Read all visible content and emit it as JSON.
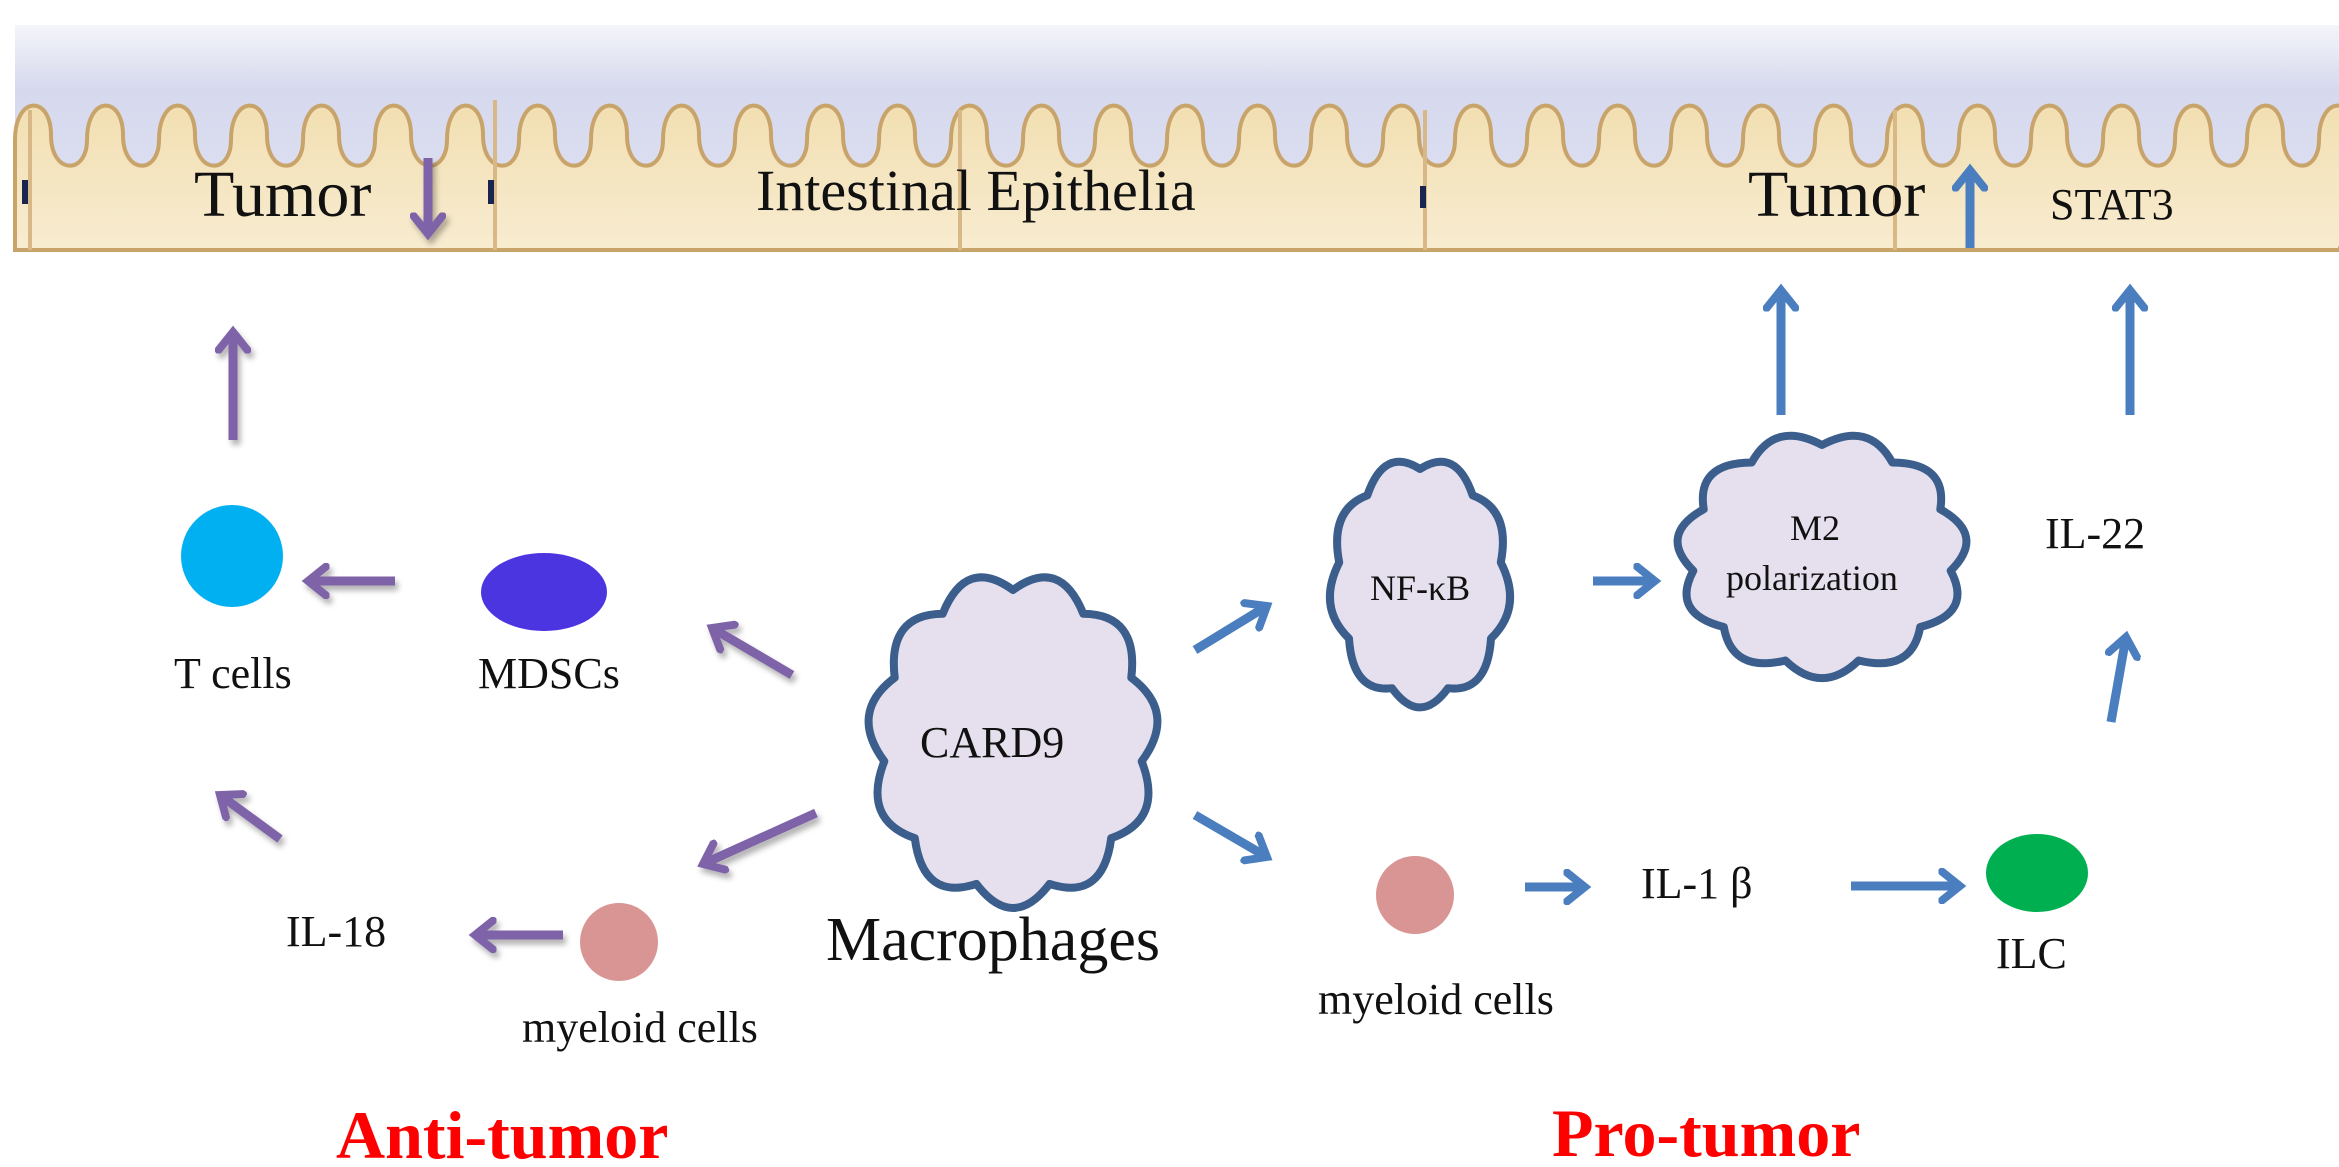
{
  "band": {
    "tumor_left": "Tumor",
    "title": "Intestinal Epithelia",
    "tumor_right": "Tumor",
    "stat3": "STAT3"
  },
  "anti": {
    "t_cells": "T cells",
    "mdscs": "MDSCs",
    "il18": "IL-18",
    "myeloid": "myeloid cells",
    "heading": "Anti-tumor"
  },
  "center": {
    "card9": "CARD9",
    "macrophages": "Macrophages"
  },
  "pro": {
    "nfkb": "NF-κB",
    "m2_line1": "M2",
    "m2_line2": "polarization",
    "il22": "IL-22",
    "myeloid": "myeloid cells",
    "il1b": "IL-1 β",
    "ilc": "ILC",
    "heading": "Pro-tumor"
  },
  "colors": {
    "anti_arrow": "#7f63a8",
    "pro_arrow": "#4a7ebf",
    "cloud_fill": "#e6e0ee",
    "cloud_stroke": "#3b5e8c",
    "t_cell": "#00b0f0",
    "mdsc": "#4b35e0",
    "myeloid": "#d99594",
    "ilc": "#00b050",
    "heading": "#ff0000"
  }
}
